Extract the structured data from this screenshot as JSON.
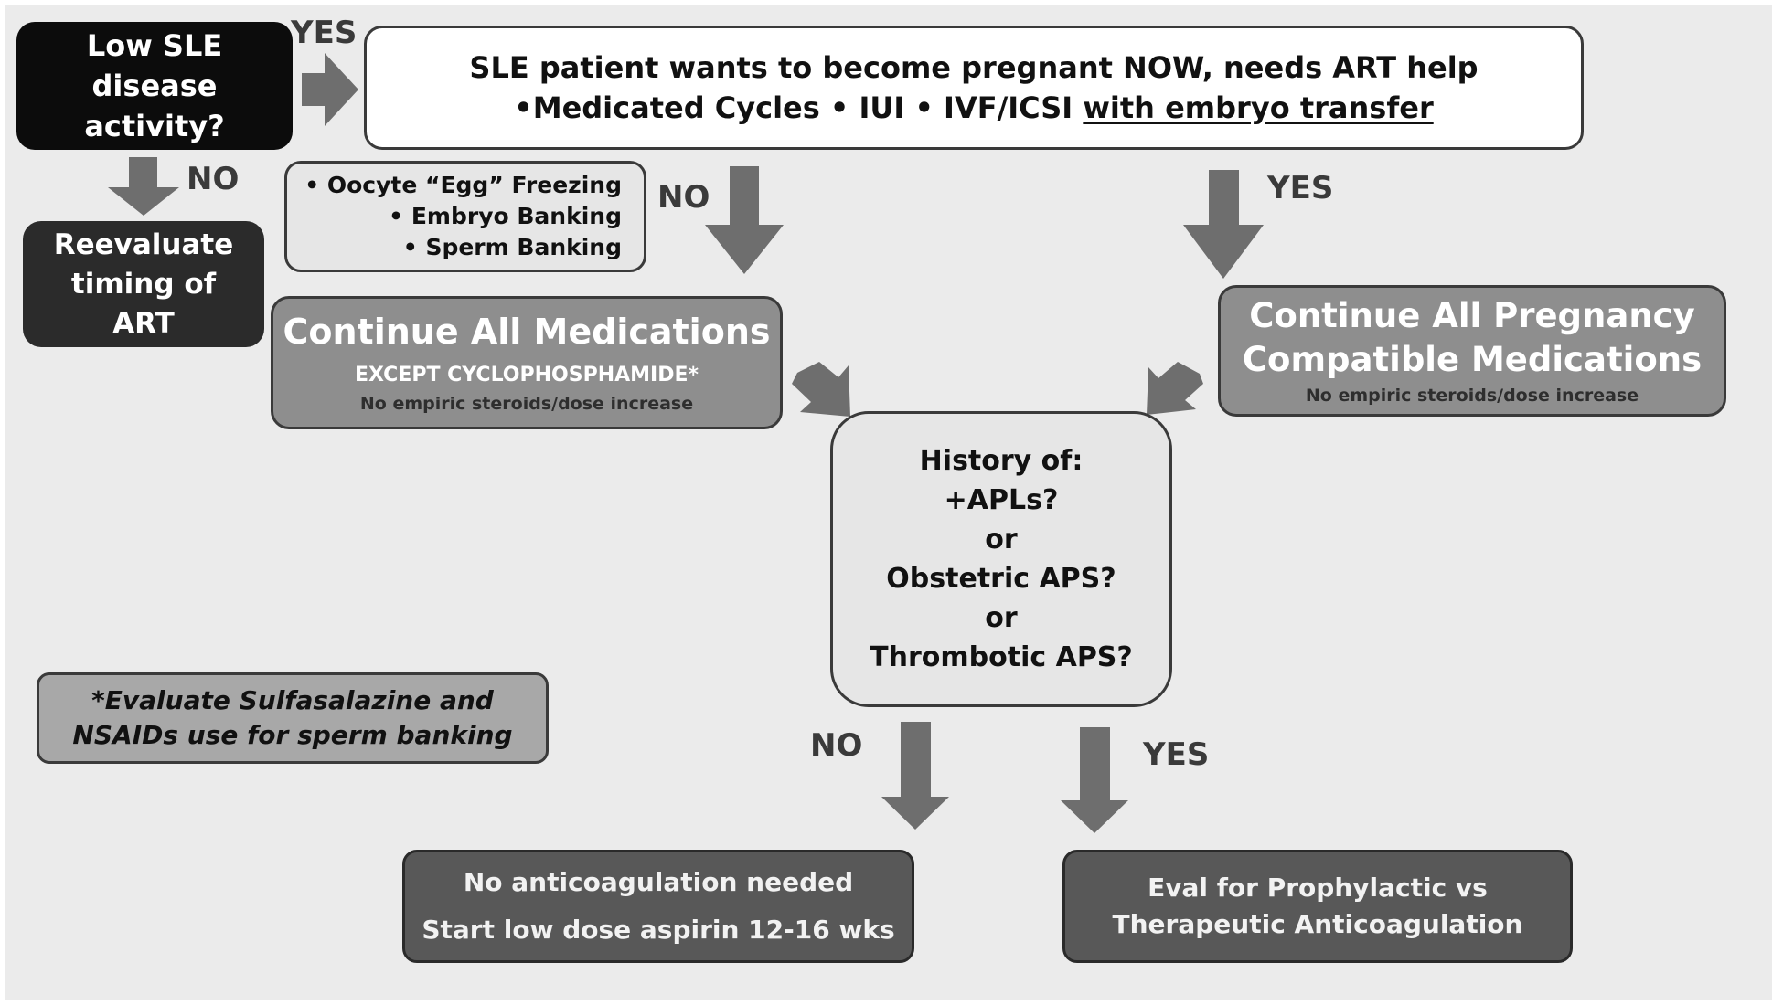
{
  "nodes": {
    "low_sle": "Low SLE disease activity?",
    "sle_patient": {
      "line1": "SLE patient wants to become pregnant NOW, needs ART help",
      "line2_prefix": "•Medicated Cycles • IUI • IVF/ICSI ",
      "line2_underlined": "with embryo transfer"
    },
    "reevaluate": "Reevaluate timing of ART",
    "fertility_preservation": [
      "• Oocyte “Egg” Freezing",
      "• Embryo Banking",
      "• Sperm Banking"
    ],
    "continue_all": {
      "title": "Continue All Medications",
      "subtitle": "EXCEPT CYCLOPHOSPHAMIDE*",
      "note": "No empiric steroids/dose increase"
    },
    "continue_pregnancy": {
      "title": "Continue All Pregnancy Compatible Medications",
      "note": "No empiric steroids/dose increase"
    },
    "history": [
      "History of:",
      "+APLs?",
      "or",
      "Obstetric APS?",
      "or",
      "Thrombotic APS?"
    ],
    "sulfasalazine": "*Evaluate Sulfasalazine and NSAIDs use for sperm banking",
    "no_anticoag": [
      "No anticoagulation needed",
      "Start low dose aspirin 12-16 wks"
    ],
    "eval_anticoag": [
      "Eval for Prophylactic vs",
      "Therapeutic Anticoagulation"
    ]
  },
  "labels": {
    "yes_top": "YES",
    "no_left": "NO",
    "no_mid": "NO",
    "yes_right": "YES",
    "no_bottom": "NO",
    "yes_bottom": "YES"
  }
}
